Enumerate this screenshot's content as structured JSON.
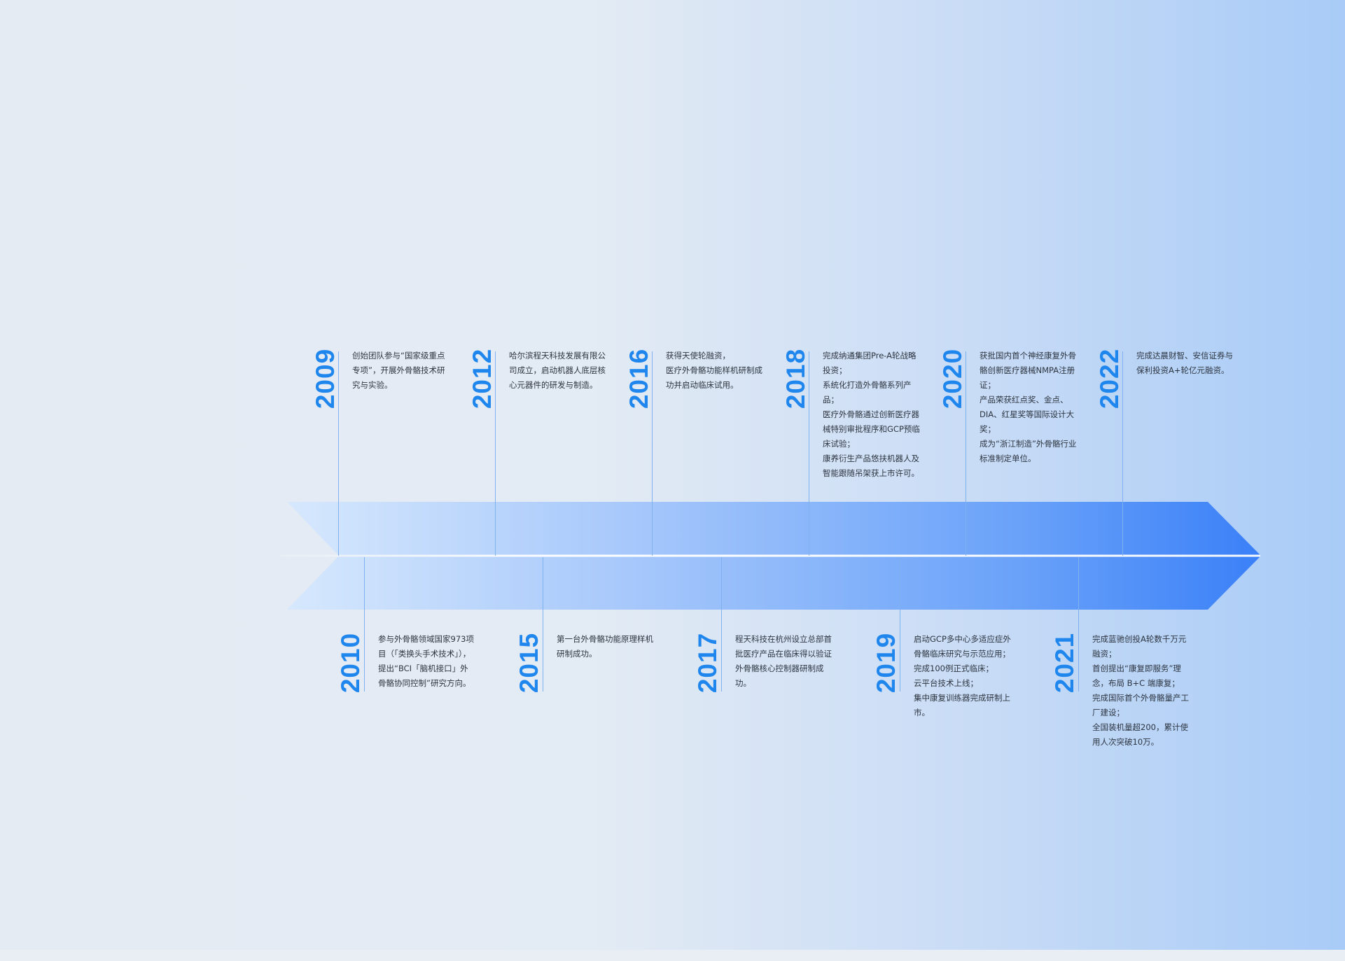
{
  "milestones_top": [
    {
      "year": "2009",
      "lines": [
        "创始团队参与“国家级重点专项”，开展外骨骼技术研究与实验。"
      ]
    },
    {
      "year": "2012",
      "lines": [
        "哈尔滨程天科技发展有限公司成立，启动机器人底层核心元器件的研发与制造。"
      ]
    },
    {
      "year": "2016",
      "lines": [
        "获得天使轮融资，",
        "医疗外骨骼功能样机研制成功并启动临床试用。"
      ]
    },
    {
      "year": "2018",
      "lines": [
        "完成纳通集团Pre-A轮战略投资；",
        "系统化打造外骨骼系列产品；",
        "医疗外骨骼通过创新医疗器械特别审批程序和GCP预临床试验；",
        "康养衍生产品悠扶机器人及智能跟随吊架获上市许可。"
      ]
    },
    {
      "year": "2020",
      "lines": [
        "获批国内首个神经康复外骨骼创新医疗器械NMPA注册证；",
        "产品荣获红点奖、金点、DIA、红星奖等国际设计大奖；",
        "成为“浙江制造”外骨骼行业标准制定单位。"
      ]
    },
    {
      "year": "2022",
      "lines": [
        "完成达晨财智、安信证券与保利投资A+轮亿元融资。"
      ]
    }
  ],
  "milestones_bottom": [
    {
      "year": "2010",
      "lines": [
        "参与外骨骼领域国家973项目（「类换头手术技术」），",
        "提出“BCI「脑机接口」外骨骼协同控制”研究方向。"
      ]
    },
    {
      "year": "2015",
      "lines": [
        "第一台外骨骼功能原理样机研制成功。"
      ]
    },
    {
      "year": "2017",
      "lines": [
        "程天科技在杭州设立总部首批医疗产品在临床得以验证外骨骼核心控制器研制成功。"
      ]
    },
    {
      "year": "2019",
      "lines": [
        "启动GCP多中心多适应症外骨骼临床研究与示范应用；",
        "完成100例正式临床；",
        "云平台技术上线；",
        "集中康复训练器完成研制上市。"
      ]
    },
    {
      "year": "2021",
      "lines": [
        "完成蓝驰创投A轮数千万元融资；",
        "首创提出“康复即服务”理念，布局 B+C 端康复；",
        "完成国际首个外骨骼量产工厂建设；",
        "全国装机量超200，累计使用人次突破10万。"
      ]
    }
  ],
  "colors": {
    "year": "#1f86ee",
    "arrow_start": "#d6e8fd",
    "arrow_end": "#3a80f8",
    "connector": "#7fb0f0"
  }
}
